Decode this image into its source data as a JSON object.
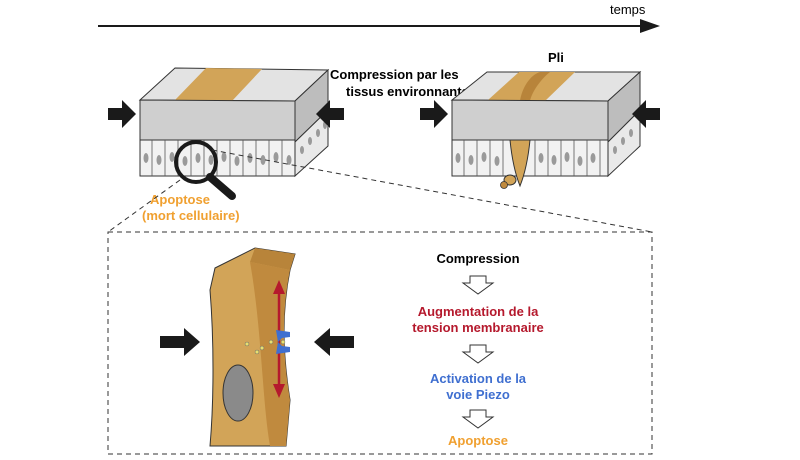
{
  "time_label": "temps",
  "compression_label_line1": "Compression par les",
  "compression_label_line2": "tissus environnants",
  "fold_label": "Pli",
  "apoptosis_label_line1": "Apoptose",
  "apoptosis_label_line2": "(mort cellulaire)",
  "flow": {
    "step1": "Compression",
    "step2_line1": "Augmentation de la",
    "step2_line2": "tension membranaire",
    "step3_line1": "Activation de la",
    "step3_line2": "voie Piezo",
    "step4": "Apoptose"
  },
  "colors": {
    "tan": "#d2a458",
    "orange_text": "#f0a030",
    "red_text": "#b5192d",
    "blue_text": "#3f6fd0",
    "grey_tissue": "#d9d9d9",
    "black": "#1a1a1a"
  }
}
